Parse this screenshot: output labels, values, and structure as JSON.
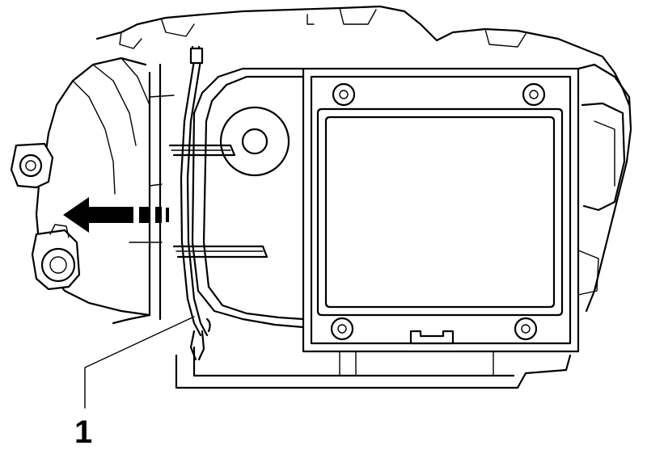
{
  "diagram": {
    "callouts": [
      {
        "id": "1",
        "label": "1",
        "target": "retaining-clip-wire"
      }
    ],
    "arrow": {
      "direction": "left"
    },
    "colors": {
      "line": "#000000",
      "background": "#ffffff"
    }
  }
}
